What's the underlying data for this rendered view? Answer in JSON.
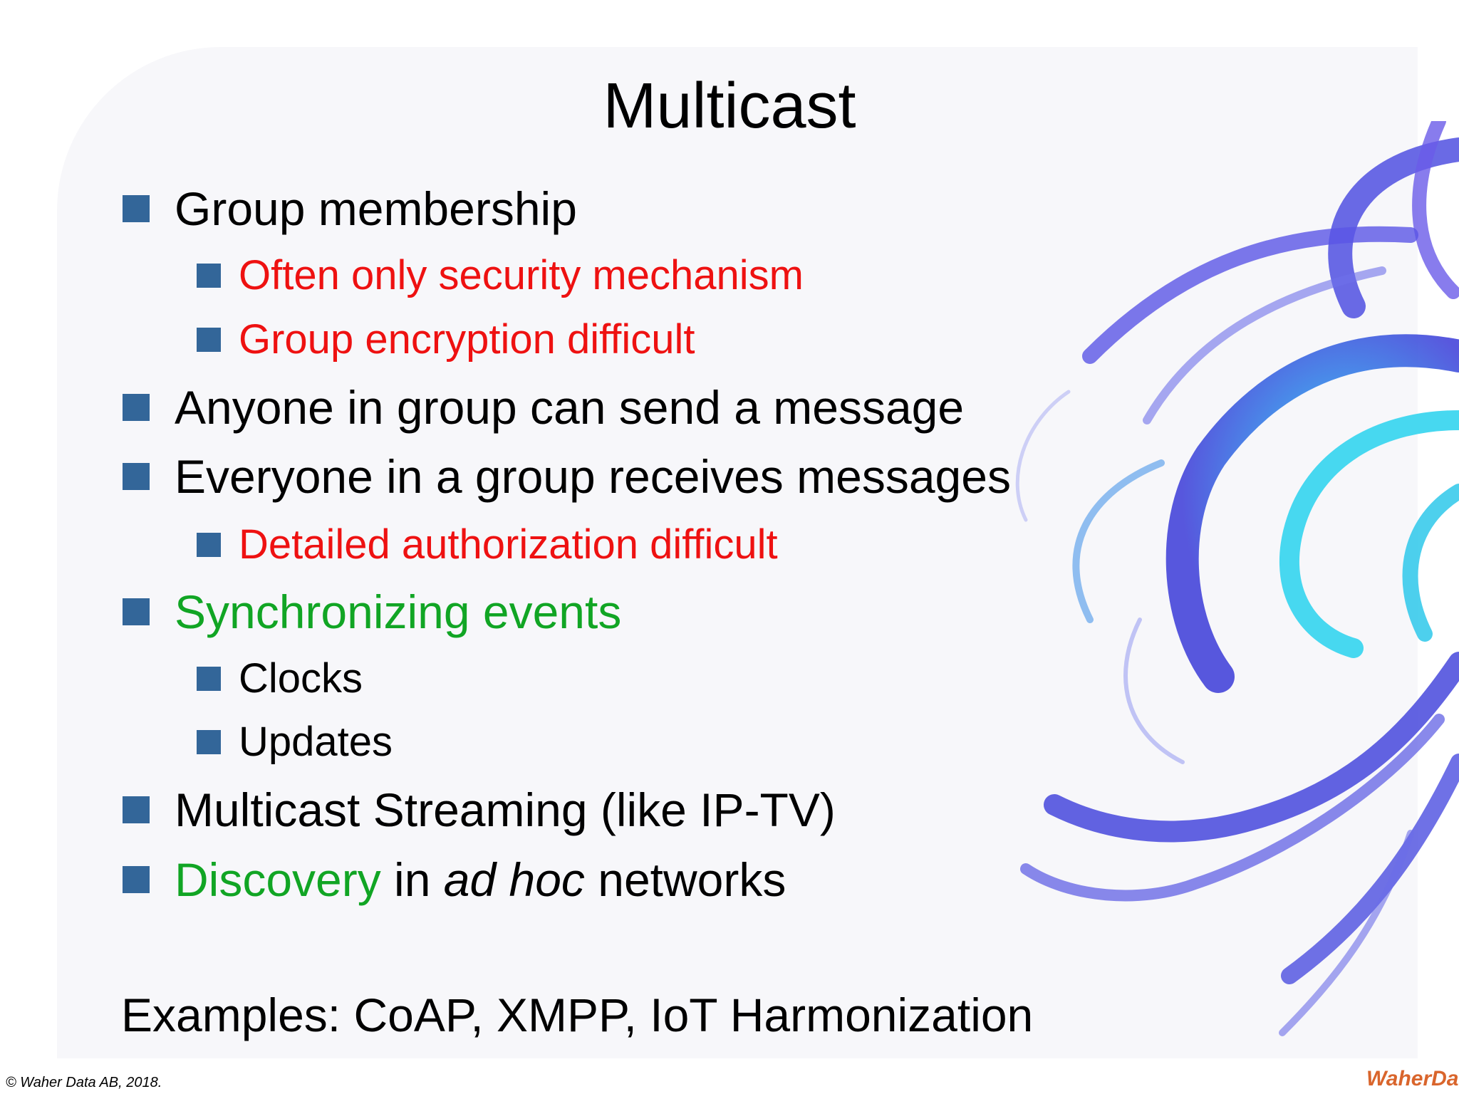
{
  "slide": {
    "title": "Multicast",
    "bullets": [
      {
        "text": "Group membership"
      },
      {
        "text": "Often only security mechanism"
      },
      {
        "text": "Group encryption difficult"
      },
      {
        "text": "Anyone in group can send a message"
      },
      {
        "text": "Everyone in a group receives messages"
      },
      {
        "text": "Detailed authorization difficult"
      },
      {
        "text": "Synchronizing events"
      },
      {
        "text": "Clocks"
      },
      {
        "text": "Updates"
      },
      {
        "text": "Multicast Streaming (like IP-TV)"
      },
      {
        "parts": [
          "Discovery",
          " in ",
          "ad hoc",
          " networks"
        ]
      }
    ],
    "examples": "Examples: CoAP, XMPP, IoT Harmonization"
  },
  "footer": {
    "copyright": "© Waher Data AB, 2018.",
    "logo": "WaherData"
  },
  "colors": {
    "bullet_square": "#336699",
    "red_text": "#ee1111",
    "green_text": "#11a524"
  }
}
